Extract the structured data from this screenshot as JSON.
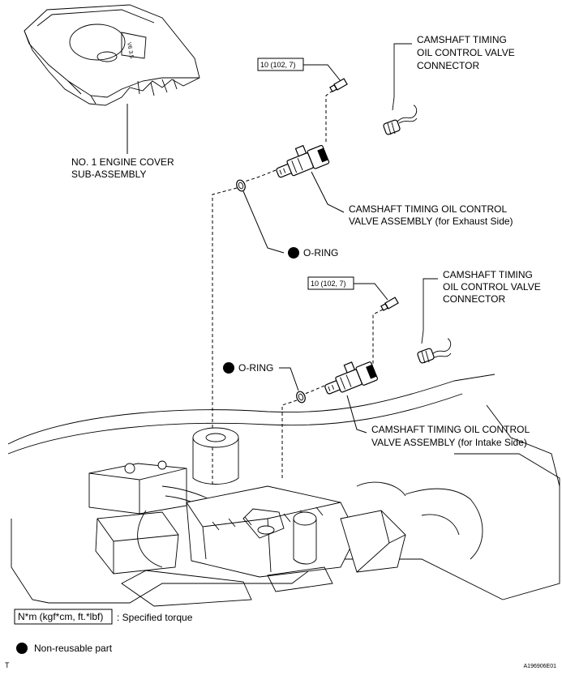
{
  "labels": {
    "engine_cover": [
      "NO. 1 ENGINE COVER",
      "SUB-ASSEMBLY"
    ],
    "connector_exhaust": [
      "CAMSHAFT TIMING",
      "OIL CONTROL VALVE",
      "CONNECTOR"
    ],
    "valve_exhaust": [
      "CAMSHAFT TIMING OIL CONTROL",
      "VALVE ASSEMBLY (for Exhaust Side)"
    ],
    "oring_exhaust": "O-RING",
    "connector_intake": [
      "CAMSHAFT TIMING",
      "OIL CONTROL VALVE",
      "CONNECTOR"
    ],
    "valve_intake": [
      "CAMSHAFT TIMING OIL CONTROL",
      "VALVE ASSEMBLY (for Intake Side)"
    ],
    "oring_intake": "O-RING"
  },
  "torque": {
    "exhaust_bolt": "10 (102, 7)",
    "intake_bolt": "10 (102, 7)"
  },
  "legend": {
    "torque_box": "N*m (kgf*cm, ft.*lbf)",
    "torque_text": ": Specified torque",
    "nonreusable_text": "Non-reusable part"
  },
  "footer": {
    "left_mark": "T",
    "figure_id": "A196906E01"
  },
  "cover_badge": "V6 3.5",
  "colors": {
    "line": "#000000",
    "background": "#ffffff"
  }
}
